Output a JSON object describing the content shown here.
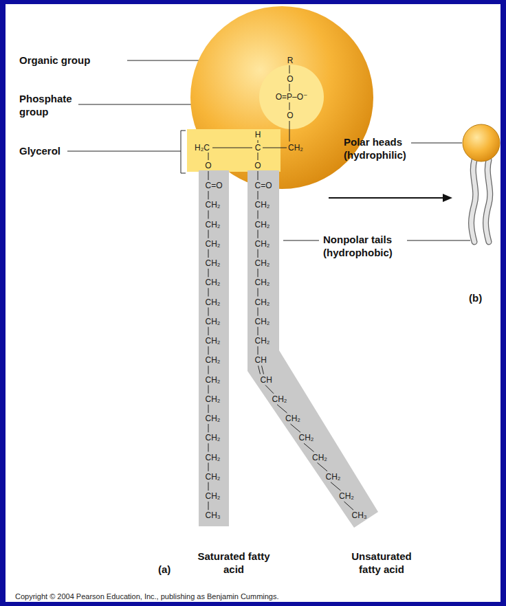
{
  "diagram": {
    "nodes": [
      {
        "text": [
          "R",
          "CH₂"
        ]
      },
      {
        "text": [
          "O",
          "O=P–O⁻",
          "O"
        ],
        "in": 0
      },
      {
        "text": [
          "H",
          "H₂C",
          "C",
          "O",
          "O"
        ],
        "in": 0
      },
      {
        "text": [
          "C=O",
          "CH₂",
          "CH₂",
          "CH₂",
          "CH₂",
          "CH₂",
          "CH₂",
          "CH₂",
          "CH₂",
          "CH₂",
          "CH₂",
          "CH₂",
          "CH₂",
          "CH₂",
          "CH₂",
          "CH₂",
          "CH₂",
          "CH₃"
        ]
      },
      {
        "text": [
          "C=O",
          "CH₂",
          "CH₂",
          "CH₂",
          "CH₂",
          "CH₂",
          "CH₂",
          "CH₂",
          "CH₂",
          "CH",
          "CH",
          "CH₂",
          "CH₂",
          "CH₂",
          "CH₂",
          "CH₂",
          "CH₂",
          "CH₃"
        ]
      }
    ],
    "labels": [
      "Organic group",
      "Phosphate group",
      "Glycerol",
      "Polar heads (hydrophilic)",
      "Nonpolar tails (hydrophobic)",
      "(b)",
      "(a)",
      "Saturated fatty acid",
      "Unsaturated fatty acid",
      "Copyright © 2004 Pearson Education, Inc., publishing as Benjamin Cummings."
    ]
  }
}
